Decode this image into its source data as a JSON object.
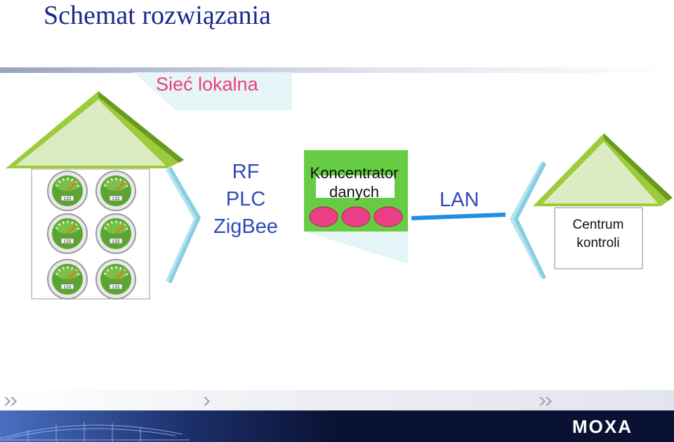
{
  "title": "Schemat rozwiązania",
  "section_label": "Sieć lokalna",
  "protocols": [
    "RF",
    "PLC",
    "ZigBee"
  ],
  "concentrator": {
    "line1": "Koncentrator",
    "line2": "danych"
  },
  "network_label": "LAN",
  "control_center": {
    "line1": "Centrum",
    "line2": "kontroli"
  },
  "brand": "MOXA",
  "meter_count": 6,
  "meter_display": "133",
  "colors": {
    "title": "#1b2a8c",
    "accent_pink": "#e8407e",
    "label_blue": "#2f4bb8",
    "roof_green": "#9ccc3c",
    "meter_green": "#5aa630",
    "link_blue": "#1e90e0",
    "footer_dark": "#0a1233"
  }
}
